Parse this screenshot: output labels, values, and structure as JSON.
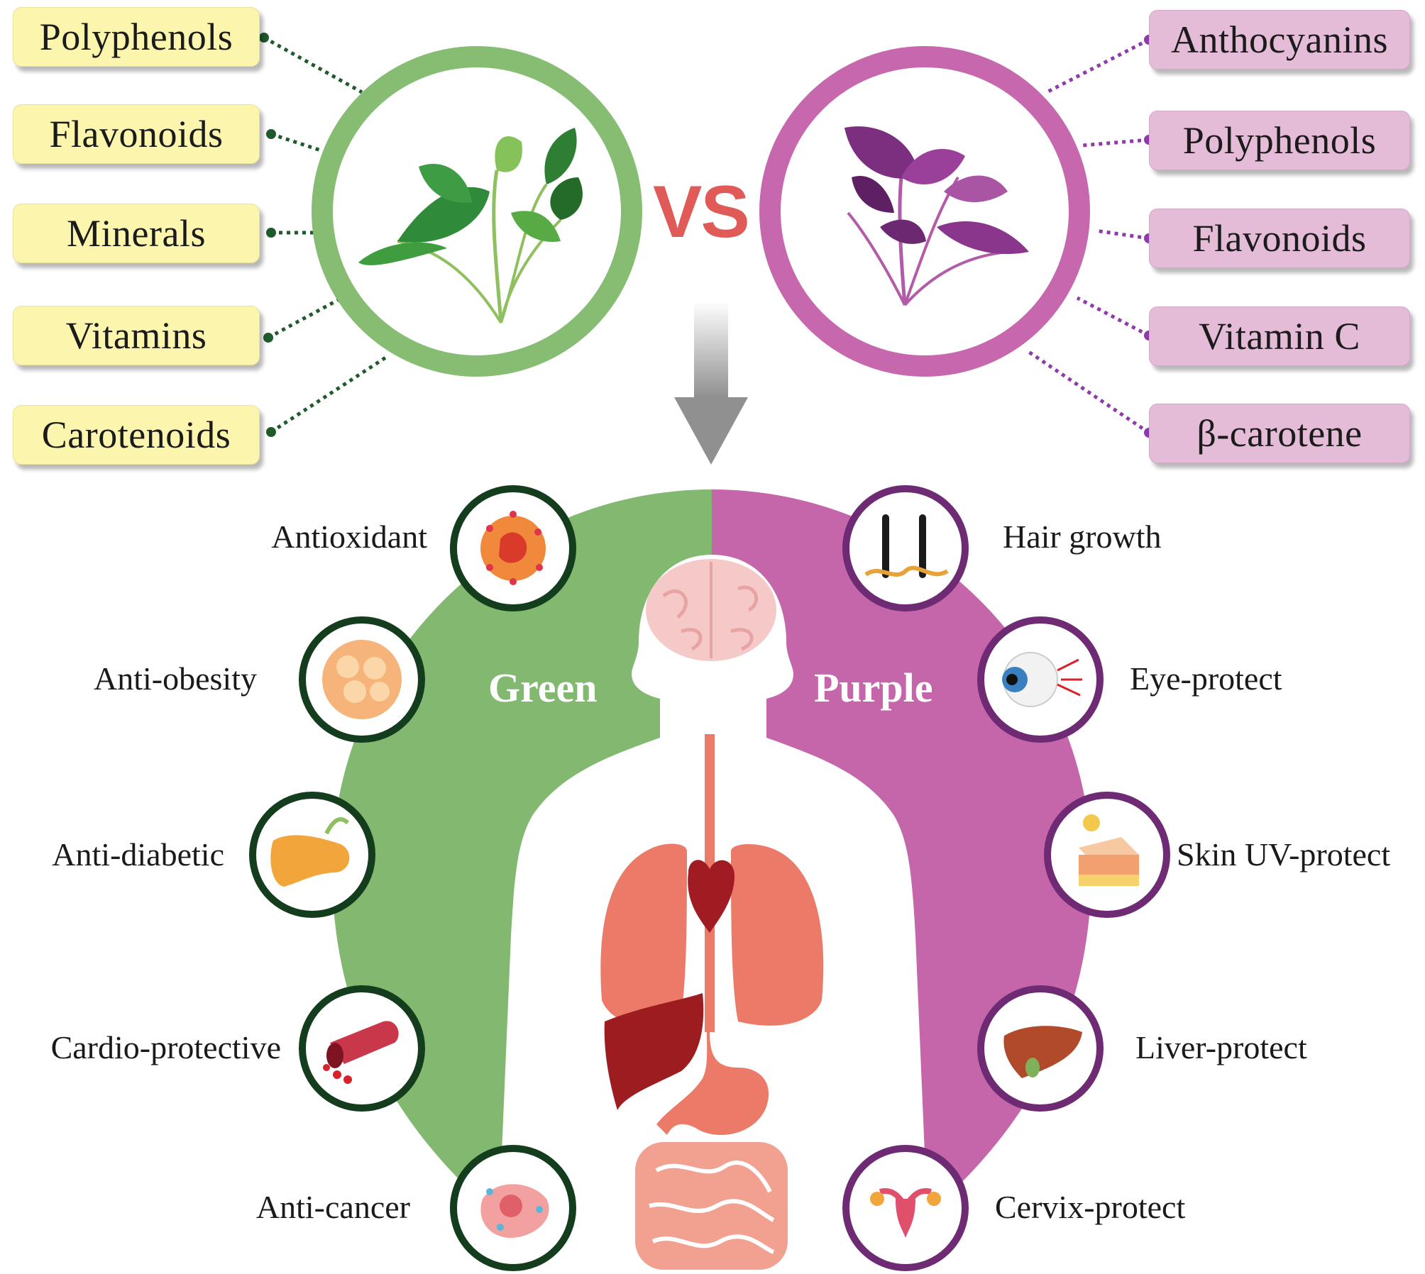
{
  "vs_label": "VS",
  "green": {
    "label": "Green",
    "nutrients": [
      "Polyphenols",
      "Flavonoids",
      "Minerals",
      "Vitamins",
      "Carotenoids"
    ],
    "benefits": [
      "Antioxidant",
      "Anti-obesity",
      "Anti-diabetic",
      "Cardio-protective",
      "Anti-cancer"
    ],
    "benefit_icons": [
      "antioxidant-cell-icon",
      "fat-cell-icon",
      "pancreas-icon",
      "blood-vessel-icon",
      "cancer-cell-icon"
    ],
    "colors": {
      "ring": "#86bd72",
      "field": "#82b86f",
      "tag": "#fbf5ad",
      "dot": "#1f5a2a",
      "ring_icon": "#143d1d",
      "leaf": "#2f8b3a"
    }
  },
  "purple": {
    "label": "Purple",
    "nutrients": [
      "Anthocyanins",
      "Polyphenols",
      "Flavonoids",
      "Vitamin C",
      "β-carotene"
    ],
    "benefits": [
      "Hair growth",
      "Eye-protect",
      "Skin UV-protect",
      "Liver-protect",
      "Cervix-protect"
    ],
    "benefit_icons": [
      "hair-follicle-icon",
      "eyeball-icon",
      "skin-layers-icon",
      "liver-icon",
      "uterus-icon"
    ],
    "colors": {
      "ring": "#c767ad",
      "field": "#c466a9",
      "tag": "#e5bcd8",
      "dot": "#8e3aa8",
      "ring_icon": "#6e2a72",
      "leaf": "#7d2f7f"
    }
  },
  "colors": {
    "vs": "#e05a58",
    "arrow": "#9a9a9a",
    "body": "#ffffff",
    "organ": "#ec7a68",
    "organ_dark": "#a11c22",
    "brain": "#f6c9c9"
  }
}
